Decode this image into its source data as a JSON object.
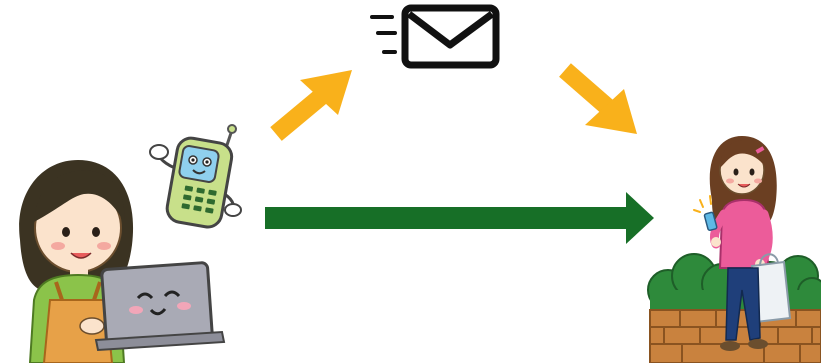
{
  "diagram": {
    "nodes": [
      {
        "id": "sender",
        "icon": "woman-at-laptop-illustration"
      },
      {
        "id": "mascot",
        "icon": "smiling-mobile-phone-mascot"
      },
      {
        "id": "message",
        "icon": "envelope-icon"
      },
      {
        "id": "recipient",
        "icon": "girl-walking-with-phone-illustration"
      }
    ],
    "edges": [
      {
        "from": "sender",
        "to": "message",
        "style": "orange-arrow"
      },
      {
        "from": "message",
        "to": "recipient",
        "style": "orange-arrow"
      },
      {
        "from": "sender",
        "to": "recipient",
        "style": "green-arrow"
      }
    ]
  },
  "colors": {
    "orange_arrow": "#F9B11B",
    "green_arrow": "#176F27",
    "envelope_stroke": "#111111",
    "sender_hair": "#3B3322",
    "sender_apron": "#E7A148",
    "laptop": "#A9AAB5",
    "phone_body": "#C8E08A",
    "phone_screen": "#8FD0EE",
    "recipient_top": "#EC5C9A",
    "hedge": "#2E8A3B",
    "brick_wall": "#C9823E"
  }
}
